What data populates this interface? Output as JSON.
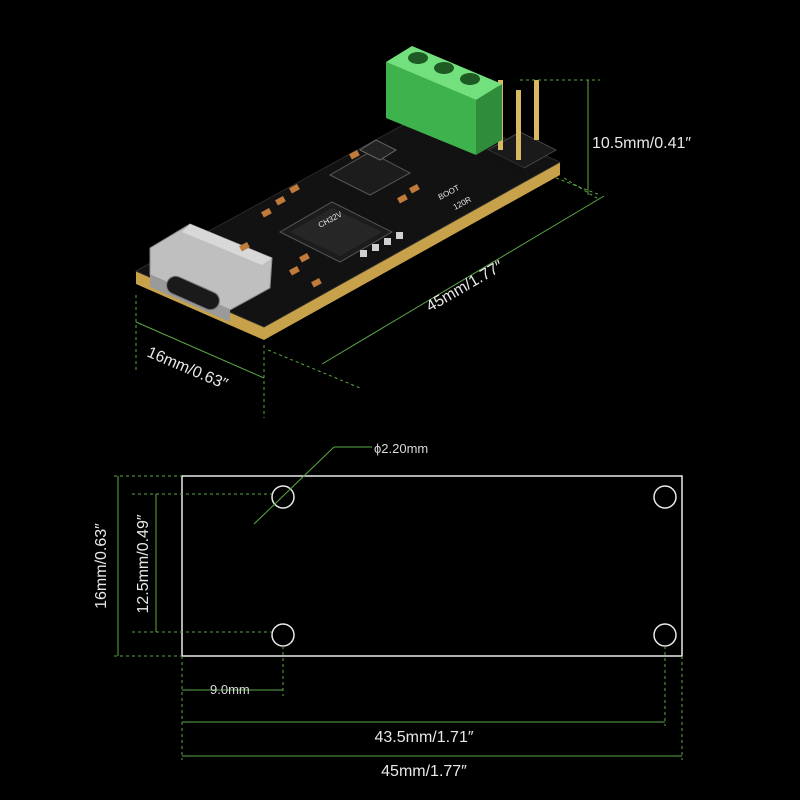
{
  "product_photo": {
    "height_label": "10.5mm/0.41″",
    "length_label": "45mm/1.77″",
    "width_label": "16mm/0.63″",
    "silkscreen": {
      "boot": "BOOT",
      "r120": "120R",
      "chip": "CH32V"
    }
  },
  "drawing": {
    "hole_diameter_label": "ϕ2.20mm",
    "board_height_label": "16mm/0.63″",
    "hole_pitch_vertical_label": "12.5mm/0.49″",
    "hole_offset_label": "9.0mm",
    "hole_pitch_horizontal_label": "43.5mm/1.71″",
    "board_length_label": "45mm/1.77″"
  },
  "colors": {
    "background": "#000000",
    "dimension_line": "#5aa846",
    "text": "#e8e8e8",
    "pcb": "#101010",
    "terminal": "#5fd36a"
  }
}
